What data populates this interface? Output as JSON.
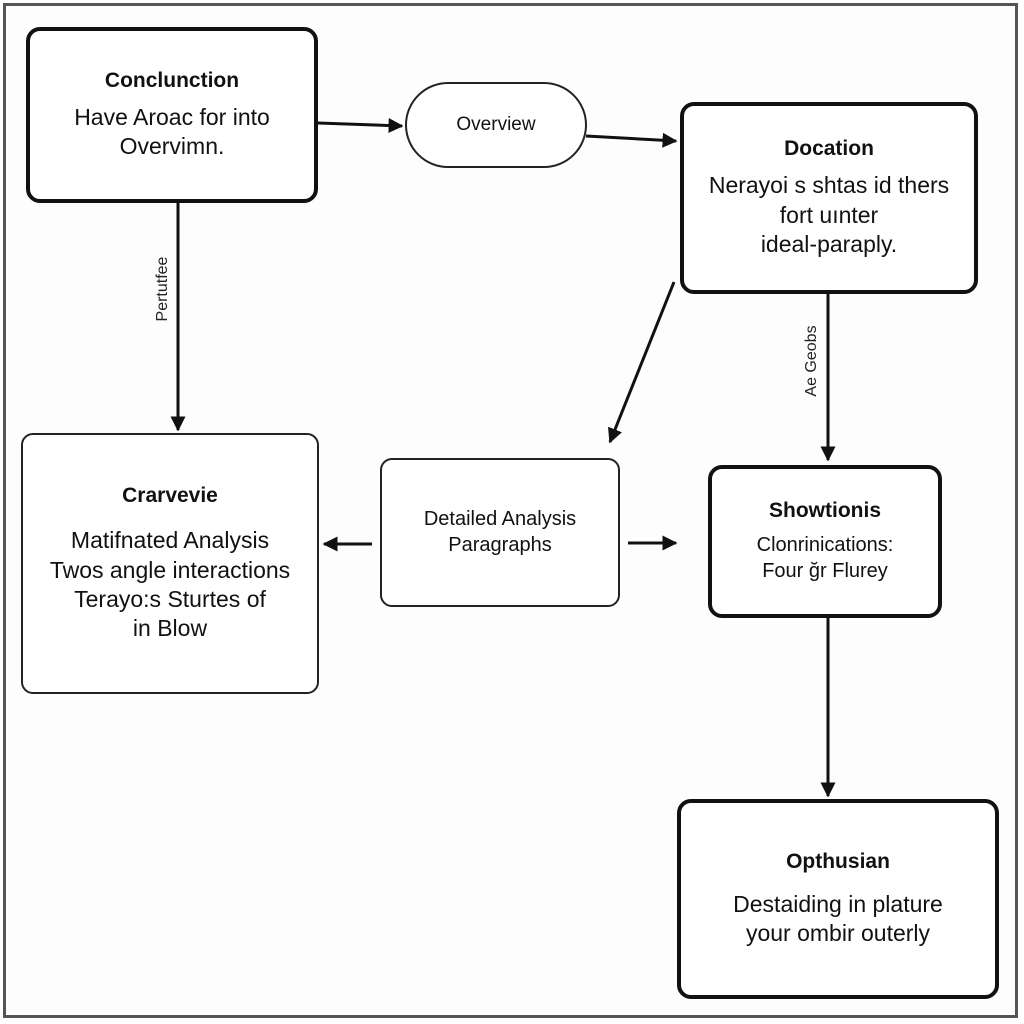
{
  "nodes": {
    "conclusion": {
      "title": "Conclunction",
      "lines": [
        "Have Aroac for into",
        "Overvimn."
      ]
    },
    "overview": {
      "label": "Overview"
    },
    "docation": {
      "title": "Docation",
      "lines": [
        "Nerayoi s shtas id thers",
        "fort uınter",
        "ideal-paraply."
      ]
    },
    "craverie": {
      "title": "Crarvevie",
      "lines": [
        "Matifnated Analysis",
        "Twos angle interactions",
        "Terayo:s Sturtes of",
        "in Blow"
      ]
    },
    "detailed": {
      "lines": [
        "Detailed Analysis",
        "Paragraphs"
      ]
    },
    "showtionis": {
      "title": "Showtionis",
      "lines": [
        "Clonrinications:",
        "Four ğr Flurey"
      ]
    },
    "opthusian": {
      "title": "Opthusian",
      "lines": [
        "Destaiding in plature",
        "your ombir outerly"
      ]
    }
  },
  "edge_labels": {
    "left_vertical": "Pertutfee",
    "right_vertical": "Ae Geobs"
  },
  "colors": {
    "stroke": "#111111",
    "frame": "#555555",
    "background": "#ffffff"
  }
}
